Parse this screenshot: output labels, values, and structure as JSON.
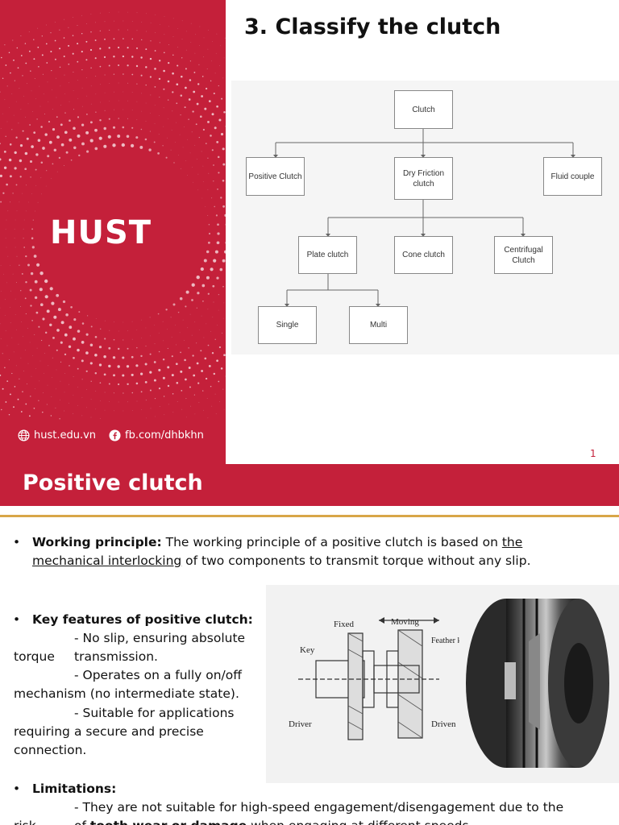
{
  "slide1": {
    "brand": "HUST",
    "links": {
      "website": "hust.edu.vn",
      "facebook": "fb.com/dhbkhn"
    },
    "title": "3. Classify the clutch",
    "page_number": "1",
    "diagram": {
      "root": "Clutch",
      "level1": [
        "Positive Clutch",
        "Dry Friction clutch",
        "Fluid couple"
      ],
      "level2": [
        "Plate clutch",
        "Cone clutch",
        "Centrifugal Clutch"
      ],
      "level3": [
        "Single",
        "Multi"
      ]
    }
  },
  "slide2": {
    "title": "Positive clutch",
    "working": {
      "label": "Working principle:",
      "text1": " The working principle of a positive clutch is based on ",
      "link1": "the",
      "link2": "mechanical interlocking",
      "text2": " of two components to transmit torque without any slip."
    },
    "features": {
      "label": "Key features of positive clutch:",
      "lines": [
        "- No slip, ensuring absolute",
        "torque",
        "transmission.",
        "- Operates on a fully on/off",
        "mechanism (no intermediate state).",
        "- Suitable for applications",
        "requiring",
        "a secure and precise",
        "connection."
      ]
    },
    "limitations": {
      "label": "Limitations:",
      "line1": "- They are not suitable for high-speed engagement/disengagement due to the",
      "line2a": "risk",
      "line2b": "of ",
      "line2c": "tooth wear or damage",
      "line2d": " when engaging at different speeds."
    },
    "figure_labels": {
      "fixed": "Fixed",
      "moving": "Moving",
      "feather_key": "Feather key",
      "key": "Key",
      "driver": "Driver",
      "driven": "Driven"
    }
  }
}
